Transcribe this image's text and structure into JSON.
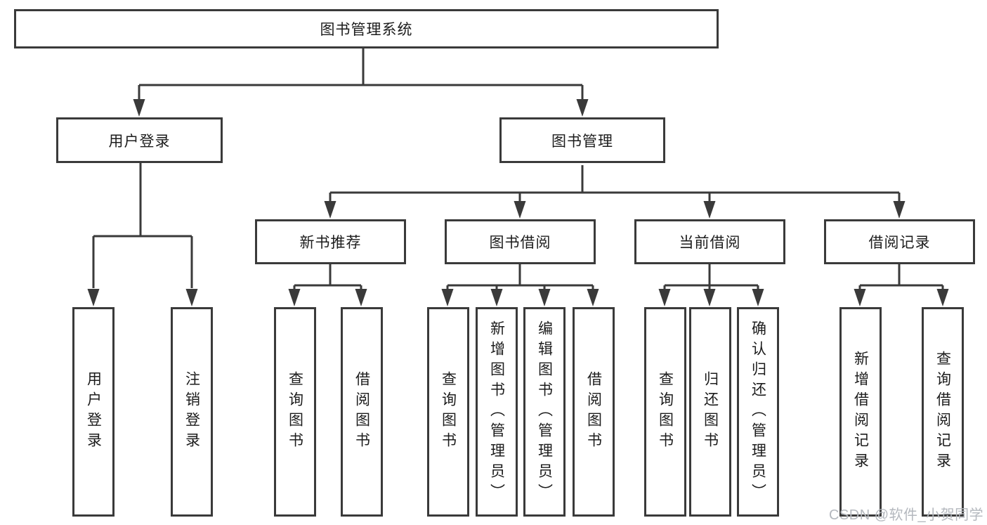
{
  "diagram": {
    "root": {
      "label": "图书管理系统"
    },
    "level2": [
      {
        "label": "用户登录"
      },
      {
        "label": "图书管理"
      }
    ],
    "level3": [
      {
        "label": "新书推荐"
      },
      {
        "label": "图书借阅"
      },
      {
        "label": "当前借阅"
      },
      {
        "label": "借阅记录"
      }
    ],
    "leaves": {
      "login": [
        "用户登录",
        "注销登录"
      ],
      "new_books": [
        "查询图书",
        "借阅图书"
      ],
      "book_borrow": [
        "查询图书",
        "新增图书（管理员）",
        "编辑图书（管理员）",
        "借阅图书"
      ],
      "current_borrow": [
        "查询图书",
        "归还图书",
        "确认归还（管理员）"
      ],
      "borrow_records": [
        "新增借阅记录",
        "查询借阅记录"
      ]
    }
  },
  "watermark": "CSDN @软件_小贺同学",
  "colors": {
    "line": "#3a3a3a",
    "text": "#1c1c1c",
    "watermark": "#b4b8be",
    "background": "#ffffff"
  }
}
